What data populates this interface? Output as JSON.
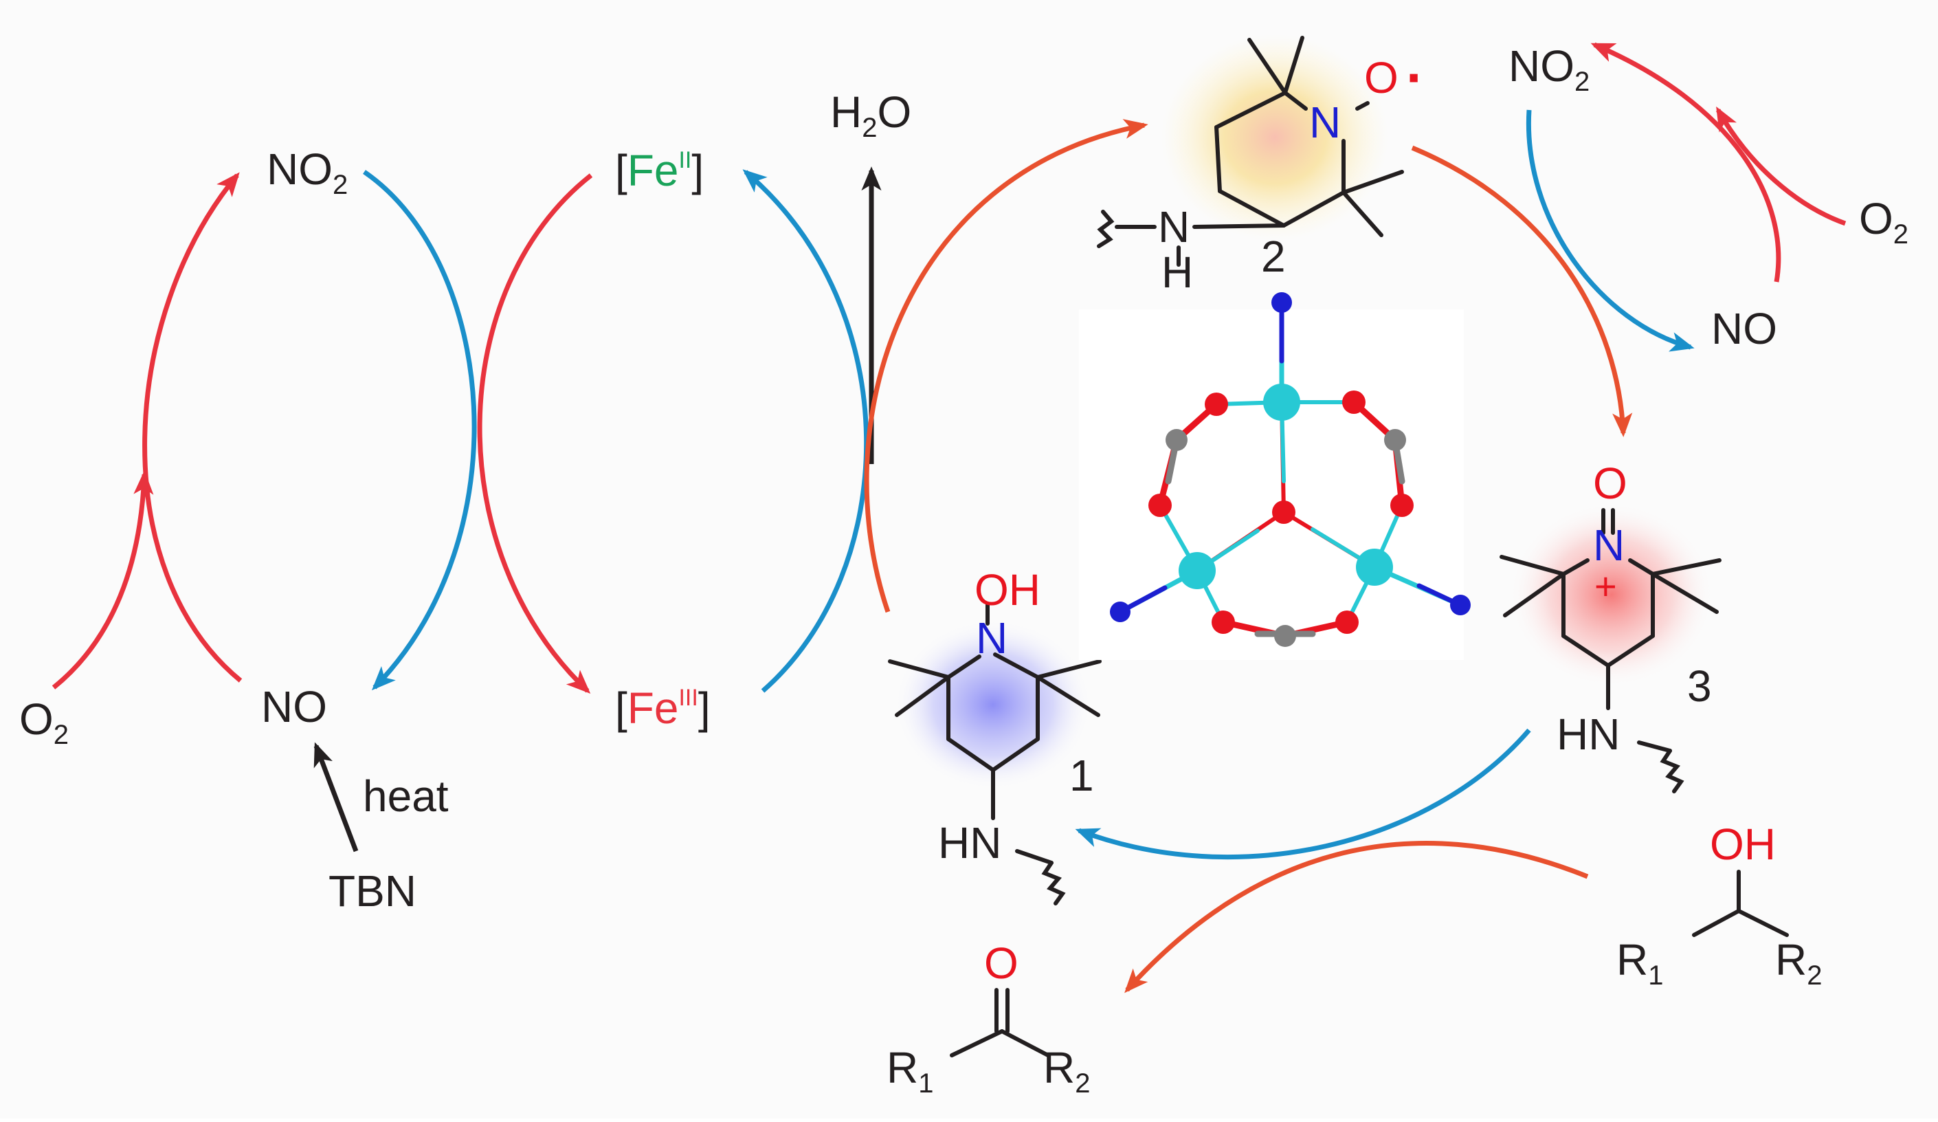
{
  "colors": {
    "red_arrow": "#e8333e",
    "orange_arrow": "#e8502e",
    "blue_arrow": "#1a8fca",
    "black": "#231f20",
    "fe2_green": "#1aa35a",
    "fe3_red": "#e8333e",
    "oxygen": "#e8141f",
    "nitrogen": "#1c1fd0",
    "metal_cyan": "#27c9d4",
    "carbon_grey": "#808080",
    "glow_blue": "#7b7cf5",
    "glow_yellow": "#f6d25a",
    "glow_red": "#f45a5a"
  },
  "left_cycle": {
    "no2": {
      "main": "NO",
      "sub": "2"
    },
    "no": "NO",
    "o2": {
      "main": "O",
      "sub": "2"
    },
    "heat": "heat",
    "tbn": "TBN"
  },
  "iron_cycle": {
    "fe2": {
      "open": "[",
      "metal": "Fe",
      "ox": "II",
      "close": "]"
    },
    "fe3": {
      "open": "[",
      "metal": "Fe",
      "ox": "III",
      "close": "]"
    }
  },
  "water": {
    "main": "H",
    "sub": "2",
    "tail": "O"
  },
  "right_cycle": {
    "no2": {
      "main": "NO",
      "sub": "2"
    },
    "no": "NO",
    "o2": {
      "main": "O",
      "sub": "2"
    }
  },
  "compound_1": {
    "number": "1",
    "oh": "OH",
    "n": "N",
    "hn": "HN"
  },
  "compound_2": {
    "number": "2",
    "n": "N",
    "o": "O",
    "radical_dot": "·",
    "nh_n": "N",
    "nh_h": "H"
  },
  "compound_3": {
    "number": "3",
    "o": "O",
    "n": "N",
    "plus": "+",
    "hn": "HN"
  },
  "alcohol": {
    "oh": "OH",
    "r1": {
      "main": "R",
      "sub": "1"
    },
    "r2": {
      "main": "R",
      "sub": "2"
    }
  },
  "ketone": {
    "o": "O",
    "r1": {
      "main": "R",
      "sub": "1"
    },
    "r2": {
      "main": "R",
      "sub": "2"
    }
  }
}
